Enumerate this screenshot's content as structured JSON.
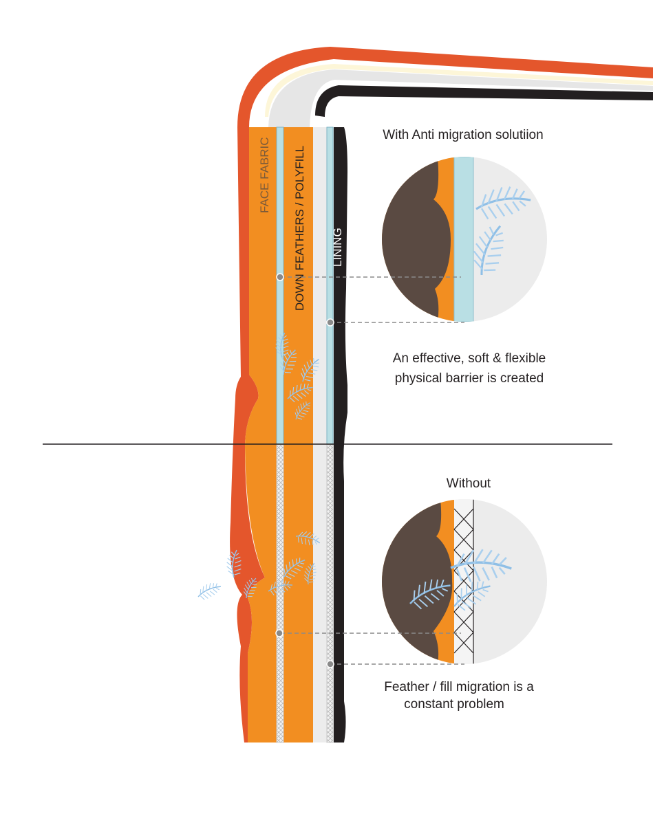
{
  "layer_labels": {
    "face_fabric": "FACE FABRIC",
    "down_feathers": "DOWN FEATHERS / POLYFILL",
    "lining": "LINING"
  },
  "with_section": {
    "title": "With Anti migration solutiion",
    "caption_line1": "An effective, soft & flexible",
    "caption_line2": "physical barrier is created"
  },
  "without_section": {
    "title": "Without",
    "caption_line1": "Feather / fill migration is a",
    "caption_line2": "constant problem"
  },
  "colors": {
    "outer_orange": "#e4562c",
    "fill_orange": "#f28e21",
    "barrier_blue": "#b9dfe4",
    "lining_white": "#ececec",
    "dark_brown": "#5a4a42",
    "black": "#231f20",
    "feather_blue": "#a9cfee",
    "cream": "#fdf6d8"
  },
  "icons": {
    "feather": "feather-icon",
    "pointer": "pointer-dot-icon"
  }
}
